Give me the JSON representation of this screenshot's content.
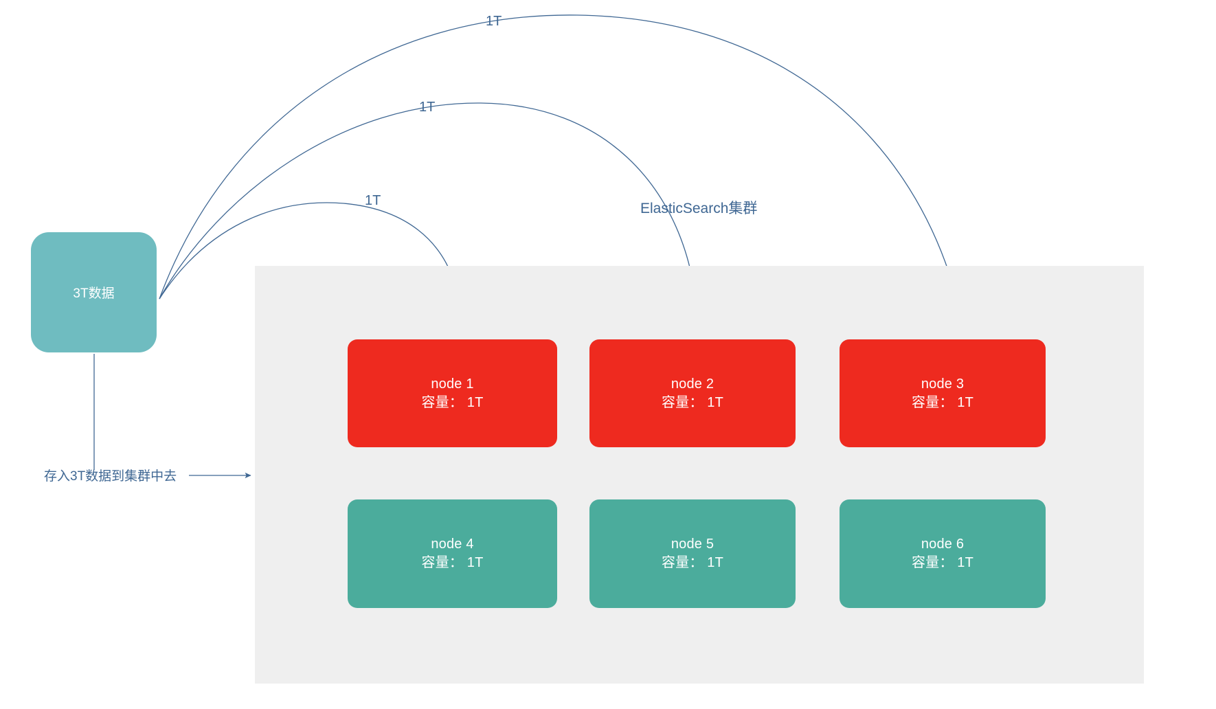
{
  "diagram": {
    "title": "ElasticSearch 集群数据分片示意图",
    "colors": {
      "node_red": "#ee2a1f",
      "node_green": "#4bac9c",
      "source_teal": "#6fbcc0",
      "cluster_bg": "#efefef",
      "edge_blue": "#3f6793",
      "text_white": "#ffffff"
    }
  },
  "source": {
    "label": "3T数据"
  },
  "cluster": {
    "label": "ElasticSearch集群",
    "nodes": [
      {
        "name": "node 1",
        "capacity": "容量： 1T",
        "color": "red"
      },
      {
        "name": "node 2",
        "capacity": "容量： 1T",
        "color": "red"
      },
      {
        "name": "node 3",
        "capacity": "容量： 1T",
        "color": "red"
      },
      {
        "name": "node 4",
        "capacity": "容量： 1T",
        "color": "green"
      },
      {
        "name": "node 5",
        "capacity": "容量： 1T",
        "color": "green"
      },
      {
        "name": "node 6",
        "capacity": "容量： 1T",
        "color": "green"
      }
    ]
  },
  "edges": {
    "to_node1_label": "1T",
    "to_node2_label": "1T",
    "to_node3_label": "1T",
    "ingest_label": "存入3T数据到集群中去"
  }
}
